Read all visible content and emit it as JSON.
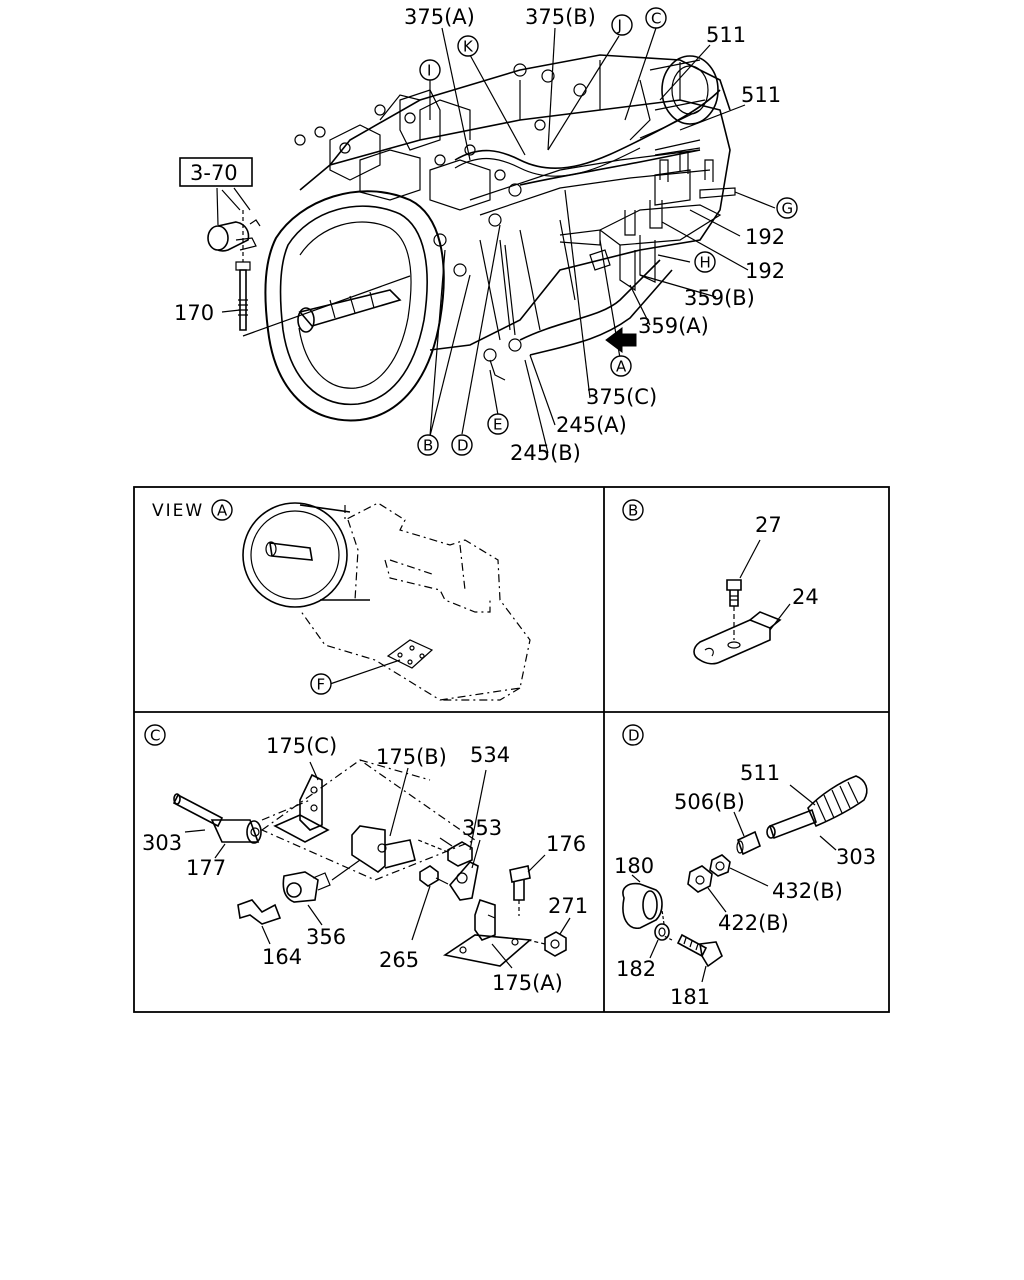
{
  "main_view": {
    "ref_box": "3-70",
    "callouts": [
      "375(A)",
      "375(B)",
      "511",
      "511",
      "192",
      "192",
      "359(B)",
      "359(A)",
      "375(C)",
      "245(A)",
      "245(B)",
      "170"
    ],
    "circle_labels": [
      "J",
      "C",
      "K",
      "I",
      "G",
      "H",
      "A",
      "E",
      "B",
      "D"
    ]
  },
  "panel_view_a": {
    "title": "VIEW",
    "title_circle": "A",
    "circle_labels": [
      "F"
    ]
  },
  "panel_b": {
    "circle": "B",
    "callouts": [
      "27",
      "24"
    ]
  },
  "panel_c": {
    "circle": "C",
    "callouts": [
      "175(C)",
      "175(B)",
      "534",
      "353",
      "176",
      "271",
      "303",
      "177",
      "356",
      "164",
      "265",
      "175(A)"
    ]
  },
  "panel_d": {
    "circle": "D",
    "callouts": [
      "511",
      "506(B)",
      "303",
      "180",
      "432(B)",
      "422(B)",
      "182",
      "181"
    ]
  }
}
